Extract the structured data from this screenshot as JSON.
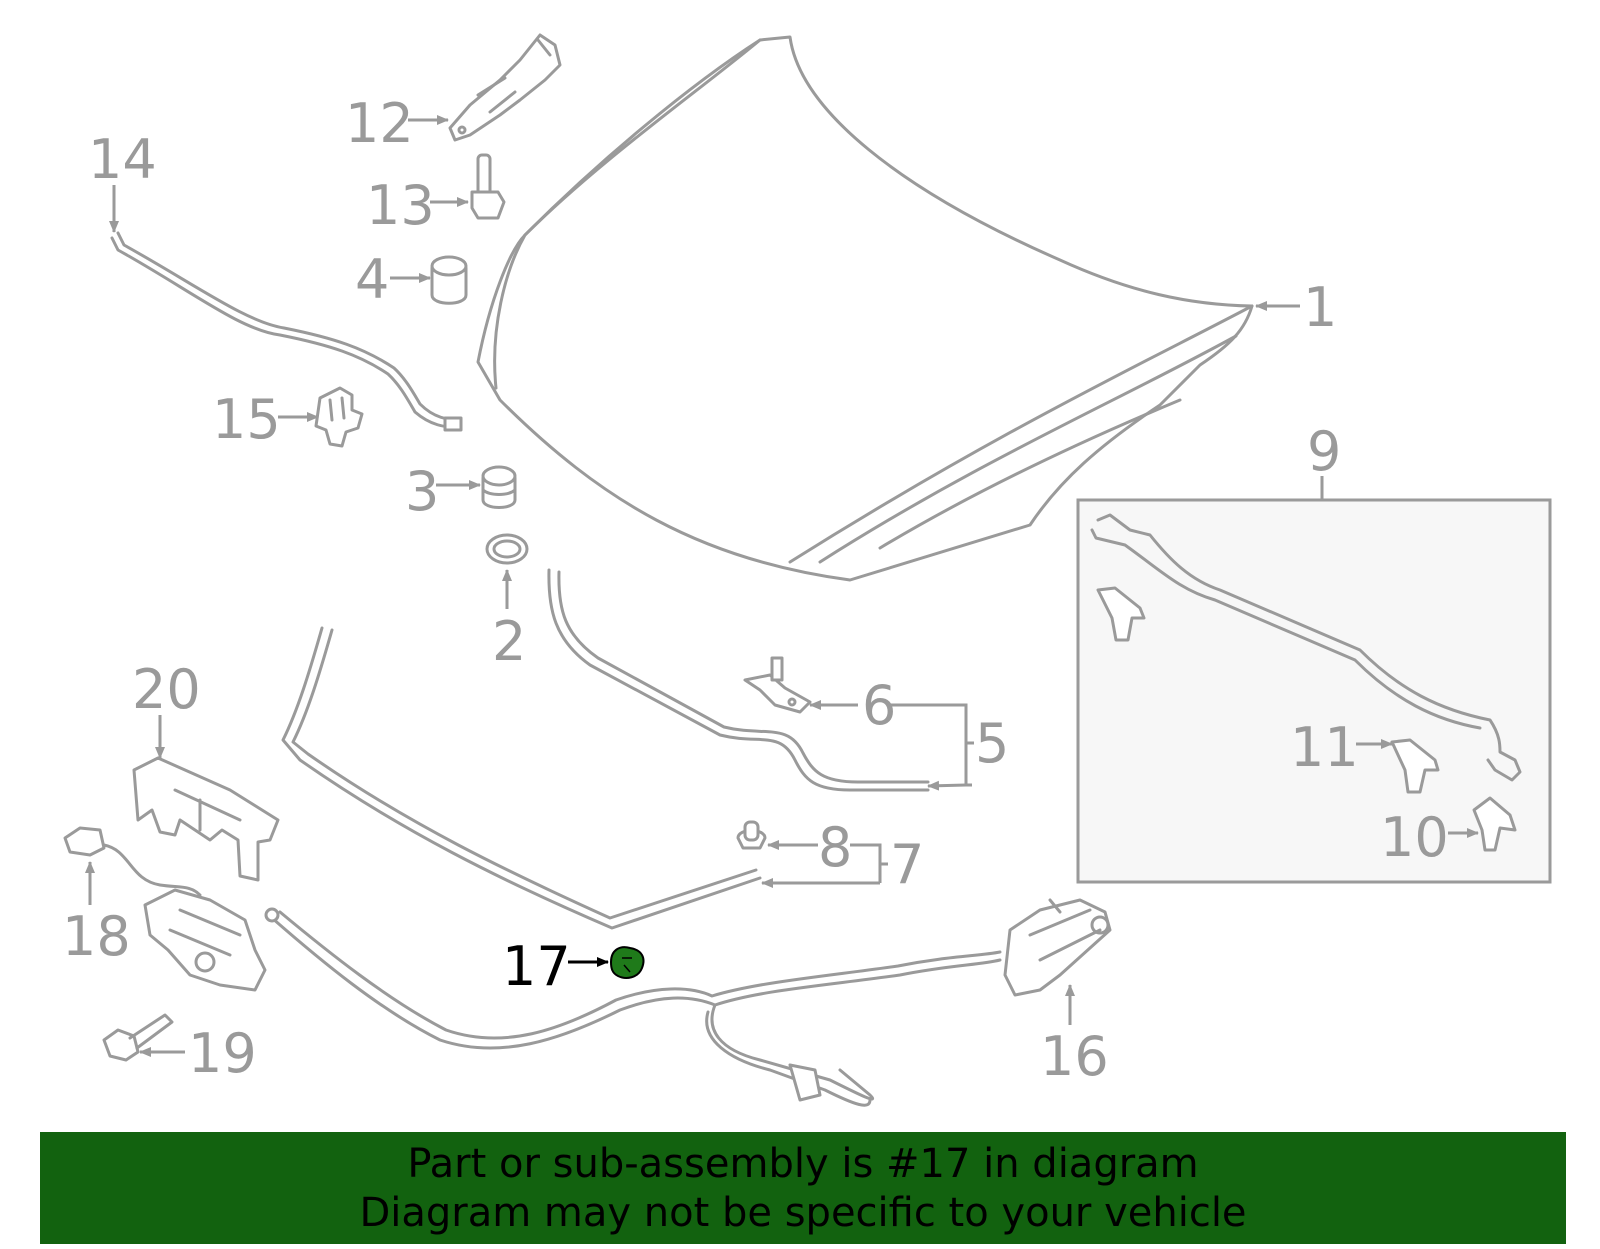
{
  "callouts": {
    "c1": "1",
    "c2": "2",
    "c3": "3",
    "c4": "4",
    "c5": "5",
    "c6": "6",
    "c7": "7",
    "c8": "8",
    "c9": "9",
    "c10": "10",
    "c11": "11",
    "c12": "12",
    "c13": "13",
    "c14": "14",
    "c15": "15",
    "c16": "16",
    "c17": "17",
    "c18": "18",
    "c19": "19",
    "c20": "20"
  },
  "highlighted_part": "17",
  "colors": {
    "line": "#9a9a9a",
    "highlight_part": "#1f7a1a",
    "banner_bg": "#12620f",
    "banner_text": "#000000",
    "inset_bg": "#f7f7f7"
  },
  "banner": {
    "line1": "Part or sub-assembly is #17 in diagram",
    "line2": "Diagram may not be specific to your vehicle"
  }
}
